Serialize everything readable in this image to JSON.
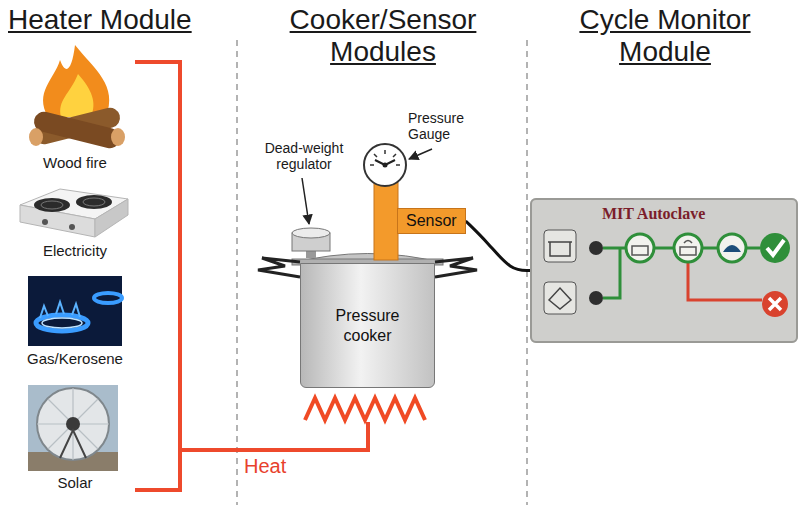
{
  "diagram": {
    "nodes": [
      {
        "text": [
          "Sensor"
        ]
      },
      {
        "text": [
          "Pressure cooker"
        ]
      },
      {
        "text": [
          "MIT Autoclave"
        ]
      }
    ],
    "edges": [
      {
        "from": 0,
        "to": 2,
        "arrow": "none"
      }
    ],
    "labels": [
      "Heater Module",
      "Cooker/Sensor Modules",
      "Cycle Monitor Module",
      "Wood fire",
      "Electricity",
      "Gas/Kerosene",
      "Solar",
      "Heat",
      "Dead-weight regulator",
      "Pressure Gauge"
    ]
  }
}
